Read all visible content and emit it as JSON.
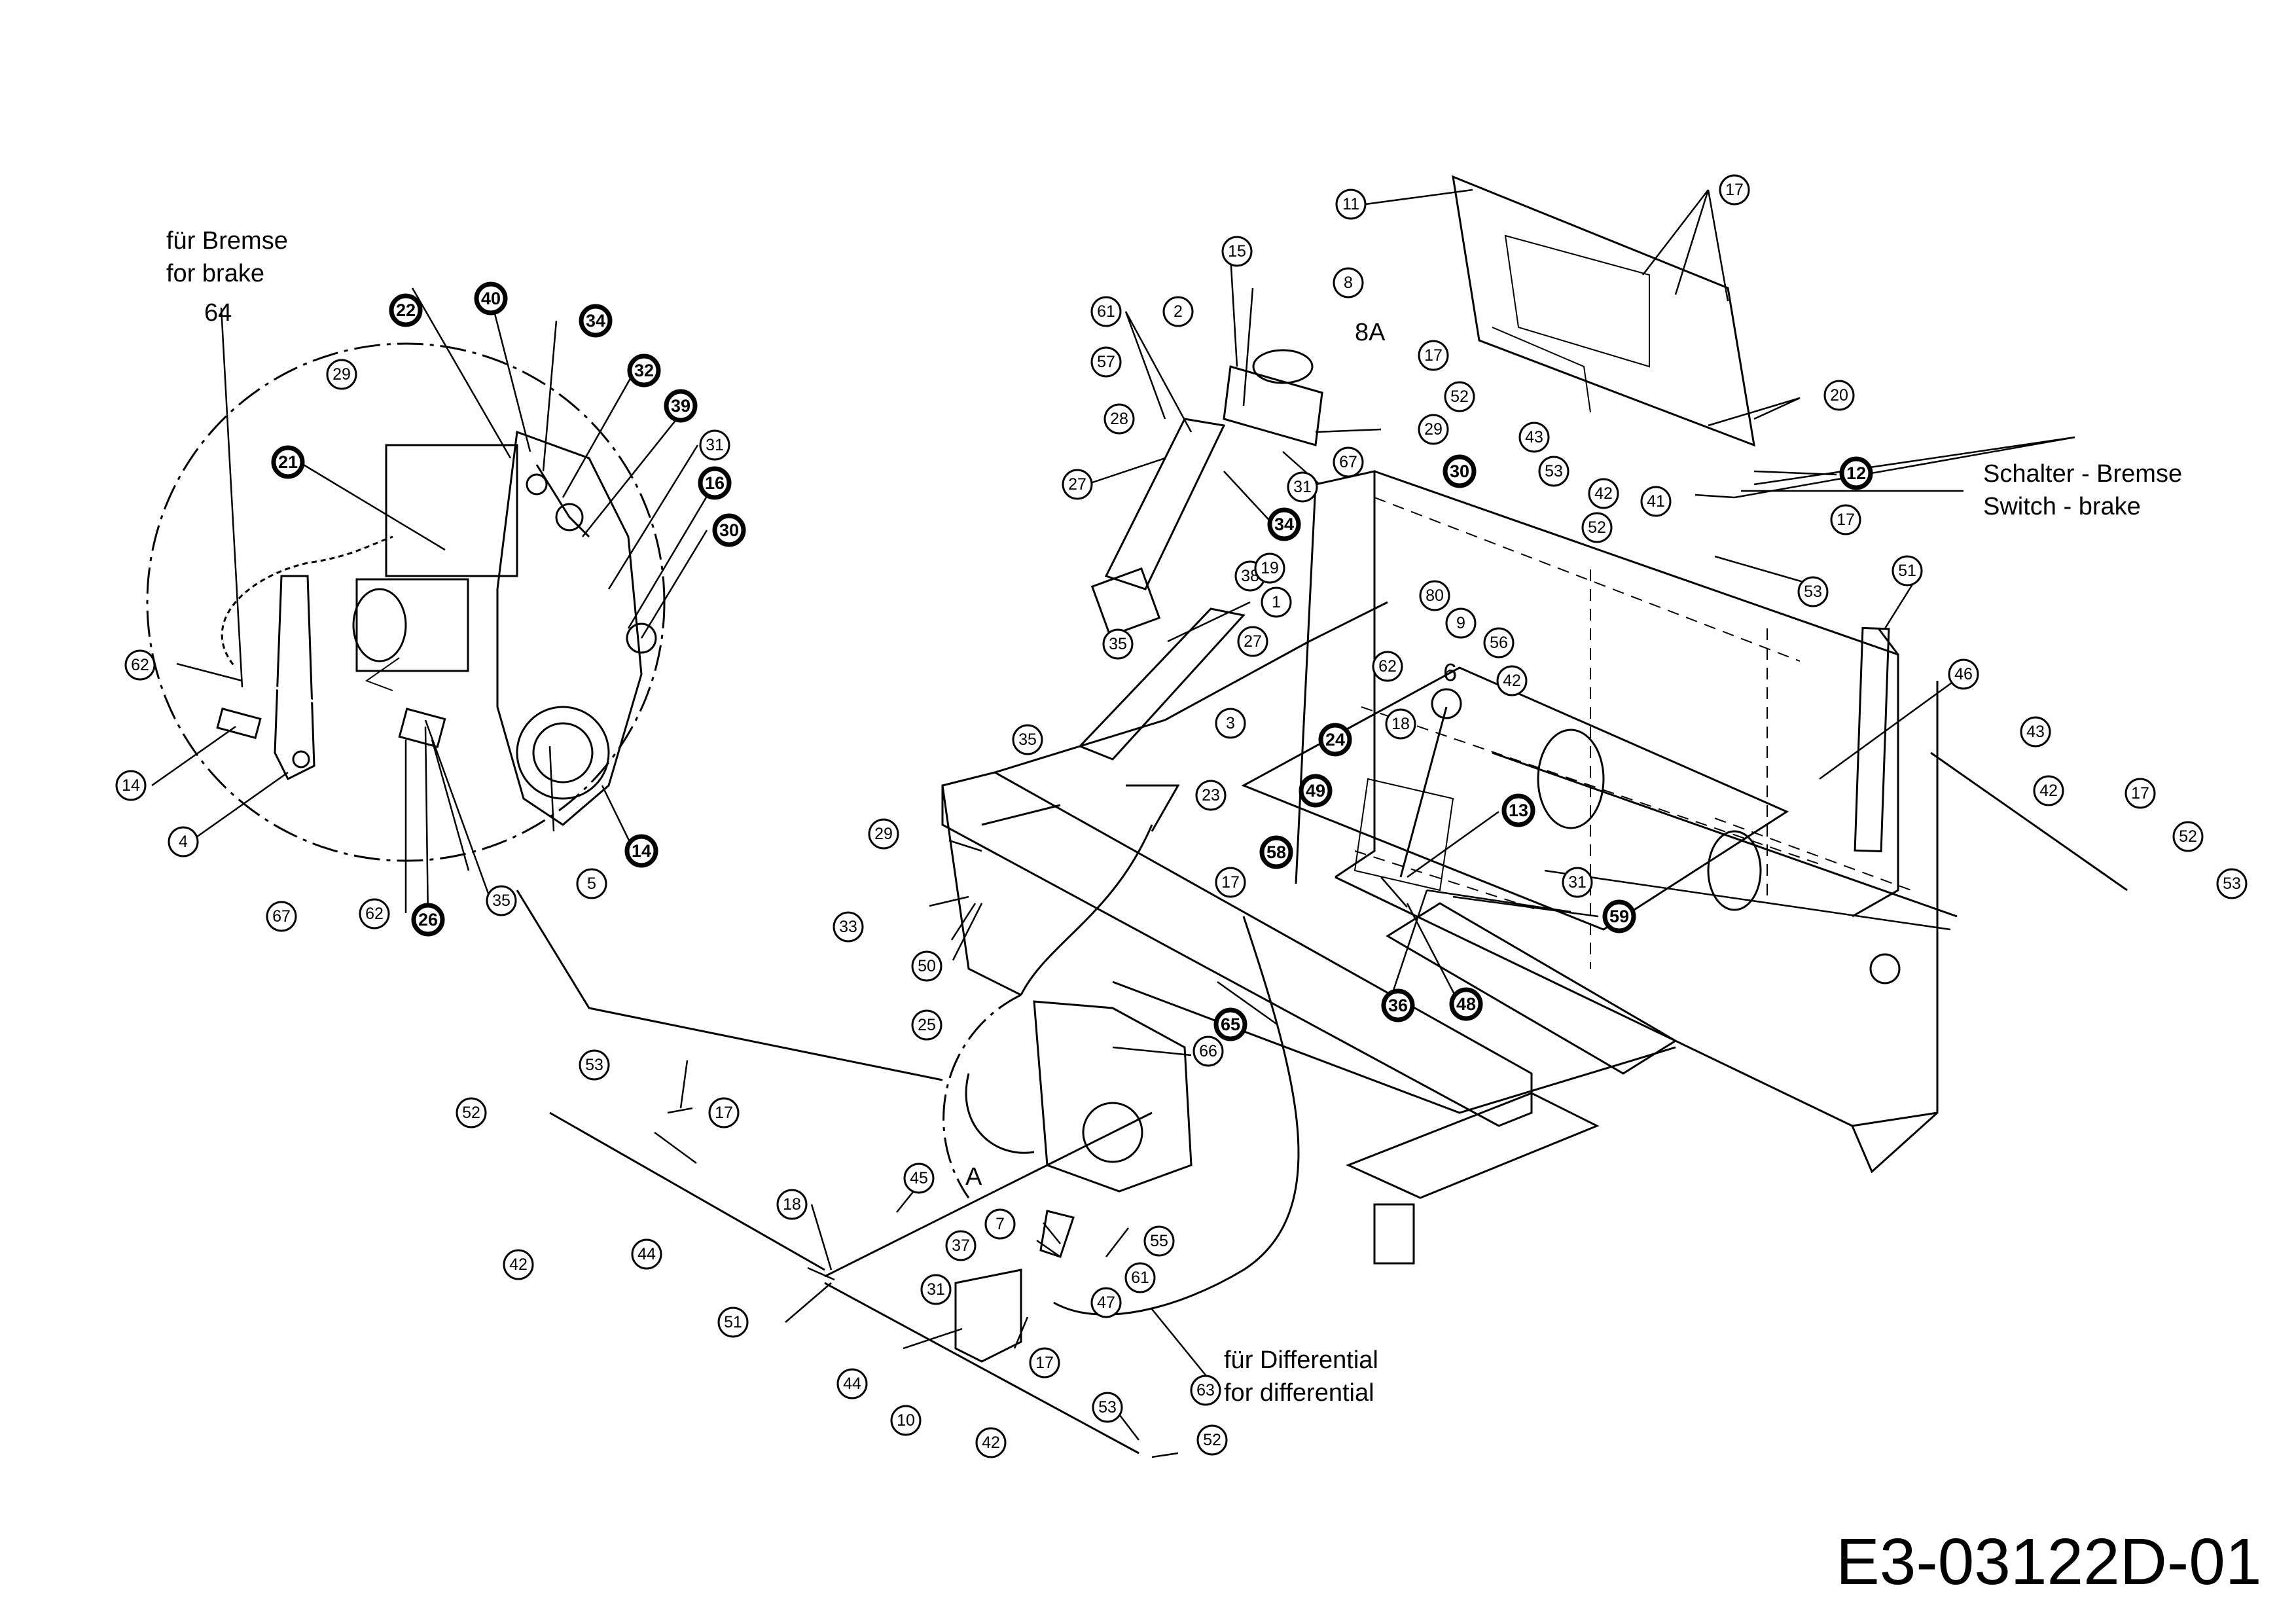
{
  "document_id": "E3-03122D-01",
  "annotations": {
    "brake_de": "für Bremse",
    "brake_en": "for brake",
    "detail_ref": "64",
    "switch_de": "Schalter - Bremse",
    "switch_en": "Switch - brake",
    "diff_de": "für Differential",
    "diff_en": "for differential",
    "label_8a": "8A",
    "label_6": "6",
    "label_a": "A"
  },
  "callouts": [
    {
      "num": "29"
    },
    {
      "num": "22"
    },
    {
      "num": "40"
    },
    {
      "num": "34"
    },
    {
      "num": "32"
    },
    {
      "num": "39"
    },
    {
      "num": "31"
    },
    {
      "num": "21"
    },
    {
      "num": "16"
    },
    {
      "num": "30"
    },
    {
      "num": "62"
    },
    {
      "num": "14"
    },
    {
      "num": "4"
    },
    {
      "num": "67"
    },
    {
      "num": "62"
    },
    {
      "num": "26"
    },
    {
      "num": "35"
    },
    {
      "num": "5"
    },
    {
      "num": "14"
    },
    {
      "num": "11"
    },
    {
      "num": "17"
    },
    {
      "num": "15"
    },
    {
      "num": "8"
    },
    {
      "num": "61"
    },
    {
      "num": "2"
    },
    {
      "num": "57"
    },
    {
      "num": "28"
    },
    {
      "num": "27"
    },
    {
      "num": "29"
    },
    {
      "num": "31"
    },
    {
      "num": "34"
    },
    {
      "num": "38"
    },
    {
      "num": "35"
    },
    {
      "num": "1"
    },
    {
      "num": "27"
    },
    {
      "num": "19"
    },
    {
      "num": "17"
    },
    {
      "num": "20"
    },
    {
      "num": "52"
    },
    {
      "num": "43"
    },
    {
      "num": "53"
    },
    {
      "num": "67"
    },
    {
      "num": "30"
    },
    {
      "num": "42"
    },
    {
      "num": "12"
    },
    {
      "num": "41"
    },
    {
      "num": "52"
    },
    {
      "num": "17"
    },
    {
      "num": "53"
    },
    {
      "num": "80"
    },
    {
      "num": "9"
    },
    {
      "num": "56"
    },
    {
      "num": "62"
    },
    {
      "num": "42"
    },
    {
      "num": "51"
    },
    {
      "num": "46"
    },
    {
      "num": "43"
    },
    {
      "num": "42"
    },
    {
      "num": "17"
    },
    {
      "num": "52"
    },
    {
      "num": "53"
    },
    {
      "num": "35"
    },
    {
      "num": "3"
    },
    {
      "num": "23"
    },
    {
      "num": "24"
    },
    {
      "num": "18"
    },
    {
      "num": "49"
    },
    {
      "num": "13"
    },
    {
      "num": "29"
    },
    {
      "num": "58"
    },
    {
      "num": "17"
    },
    {
      "num": "31"
    },
    {
      "num": "33"
    },
    {
      "num": "59"
    },
    {
      "num": "50"
    },
    {
      "num": "25"
    },
    {
      "num": "36"
    },
    {
      "num": "48"
    },
    {
      "num": "65"
    },
    {
      "num": "66"
    },
    {
      "num": "53"
    },
    {
      "num": "52"
    },
    {
      "num": "17"
    },
    {
      "num": "44"
    },
    {
      "num": "42"
    },
    {
      "num": "45"
    },
    {
      "num": "18"
    },
    {
      "num": "7"
    },
    {
      "num": "55"
    },
    {
      "num": "37"
    },
    {
      "num": "61"
    },
    {
      "num": "47"
    },
    {
      "num": "31"
    },
    {
      "num": "51"
    },
    {
      "num": "44"
    },
    {
      "num": "17"
    },
    {
      "num": "10"
    },
    {
      "num": "53"
    },
    {
      "num": "42"
    },
    {
      "num": "52"
    },
    {
      "num": "63"
    }
  ],
  "callout_style": {
    "normal_stroke": "#000000",
    "fill": "#ffffff"
  }
}
